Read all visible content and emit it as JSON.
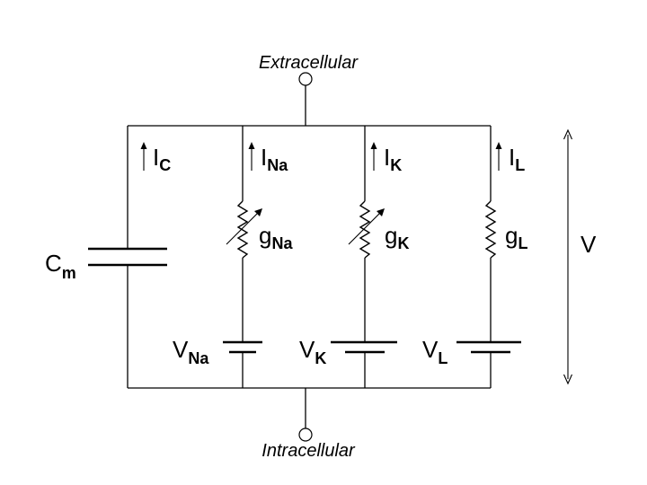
{
  "labels": {
    "extracellular": "Extracellular",
    "intracellular": "Intracellular",
    "voltage": "V",
    "capacitor": {
      "main": "C",
      "sub": "m"
    },
    "currents": [
      {
        "main": "I",
        "sub": "C"
      },
      {
        "main": "I",
        "sub": "Na"
      },
      {
        "main": "I",
        "sub": "K"
      },
      {
        "main": "I",
        "sub": "L"
      }
    ],
    "conductances": [
      {
        "main": "g",
        "sub": "Na",
        "variable": true
      },
      {
        "main": "g",
        "sub": "K",
        "variable": true
      },
      {
        "main": "g",
        "sub": "L",
        "variable": false
      }
    ],
    "batteries": [
      {
        "main": "V",
        "sub": "Na"
      },
      {
        "main": "V",
        "sub": "K"
      },
      {
        "main": "V",
        "sub": "L"
      }
    ]
  },
  "colors": {
    "line": "#000000",
    "background": "#ffffff"
  }
}
